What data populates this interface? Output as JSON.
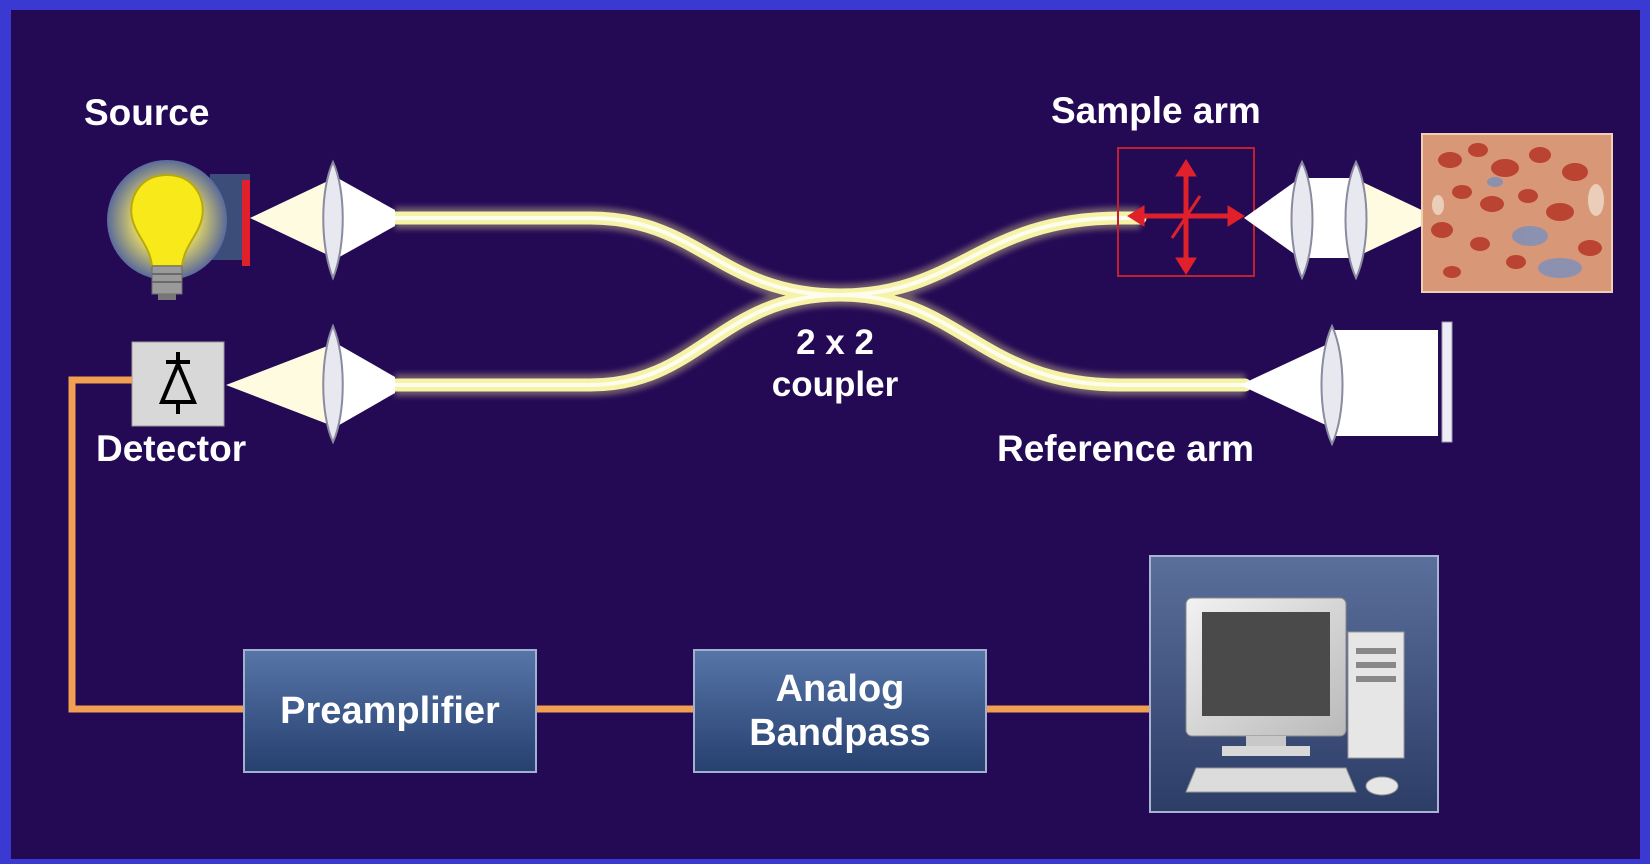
{
  "labels": {
    "source": "Source",
    "sample_arm": "Sample arm",
    "detector": "Detector",
    "reference_arm": "Reference arm",
    "coupler_line1": "2 x 2",
    "coupler_line2": "coupler"
  },
  "boxes": {
    "preamplifier": "Preamplifier",
    "bandpass_line1": "Analog",
    "bandpass_line2": "Bandpass"
  },
  "colors": {
    "frame": "#3a3ad2",
    "background": "#240955",
    "fiber": "#f6f3a8",
    "wire": "#f0a050",
    "box": "#2e4c86",
    "mirror_red": "#e0202a"
  },
  "icons": [
    "light-bulb-icon",
    "photodiode-icon",
    "lens-icon",
    "mirror-icon",
    "computer-icon",
    "tissue-sample-image",
    "scan-arrows-icon"
  ]
}
